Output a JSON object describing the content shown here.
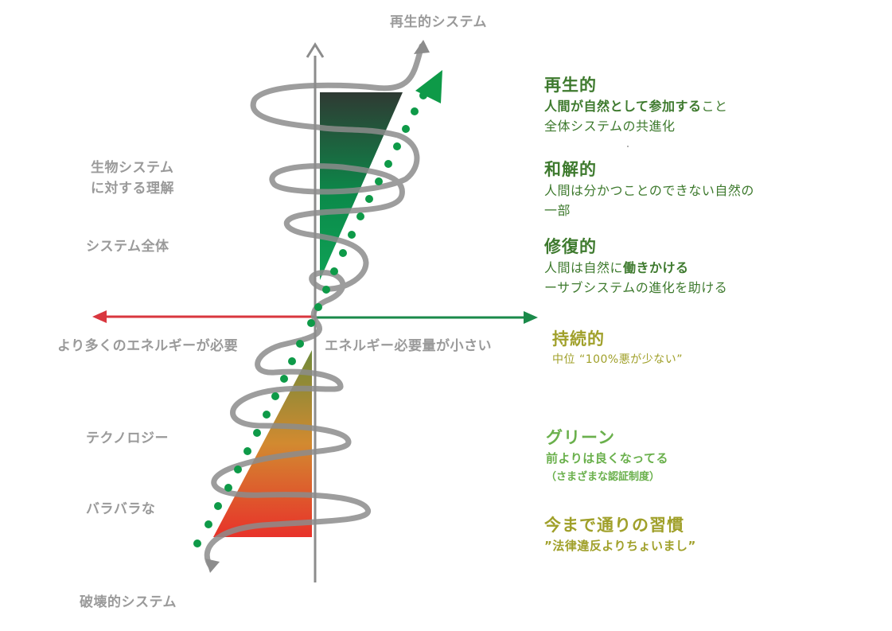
{
  "axis": {
    "top": "再生的システム",
    "bottom": "破壊的システム",
    "left": "より多くのエネルギーが必要",
    "right": "エネルギー必要量が小さい"
  },
  "left_labels": {
    "bio_line1": "生物システム",
    "bio_line2": "に対する理解",
    "whole": "システム全体",
    "tech": "テクノロジー",
    "scattered": "バラバラな"
  },
  "levels": {
    "regenerative": {
      "title": "再生的",
      "line1_bold": "人間が自然として参加する",
      "line1_rest": "こと",
      "line2": "全体システムの共進化"
    },
    "reconciliatory": {
      "title": "和解的",
      "line1": "人間は分かつことのできない自然の",
      "line2": "一部"
    },
    "restorative": {
      "title": "修復的",
      "line1_pre": "人間は自然に",
      "line1_bold": "働きかける",
      "line2": "ーサブシステムの進化を助ける"
    },
    "sustainable": {
      "title": "持続的",
      "line1": "中位 “100%悪が少ない”"
    },
    "green": {
      "title": "グリーン",
      "line1": "前よりは良くなってる",
      "line2": "（さまざまな認証制度）"
    },
    "conventional": {
      "title": "今まで通りの習慣",
      "line1": "”法律違反よりちょいまし”"
    }
  },
  "colors": {
    "axis_gray": "#8c8c8c",
    "left_arrow": "#d9363e",
    "right_arrow": "#1a8a4a",
    "upper_triangle_top": "#2f3a33",
    "upper_triangle_bottom": "#0b9a52",
    "lower_triangle_top": "#7a8a3a",
    "lower_triangle_bottom": "#e8352a",
    "dots": "#0e9a48",
    "dark_green_text": "#3e7a2e",
    "olive_text": "#a0a02a",
    "light_green_text": "#6ab04c"
  }
}
